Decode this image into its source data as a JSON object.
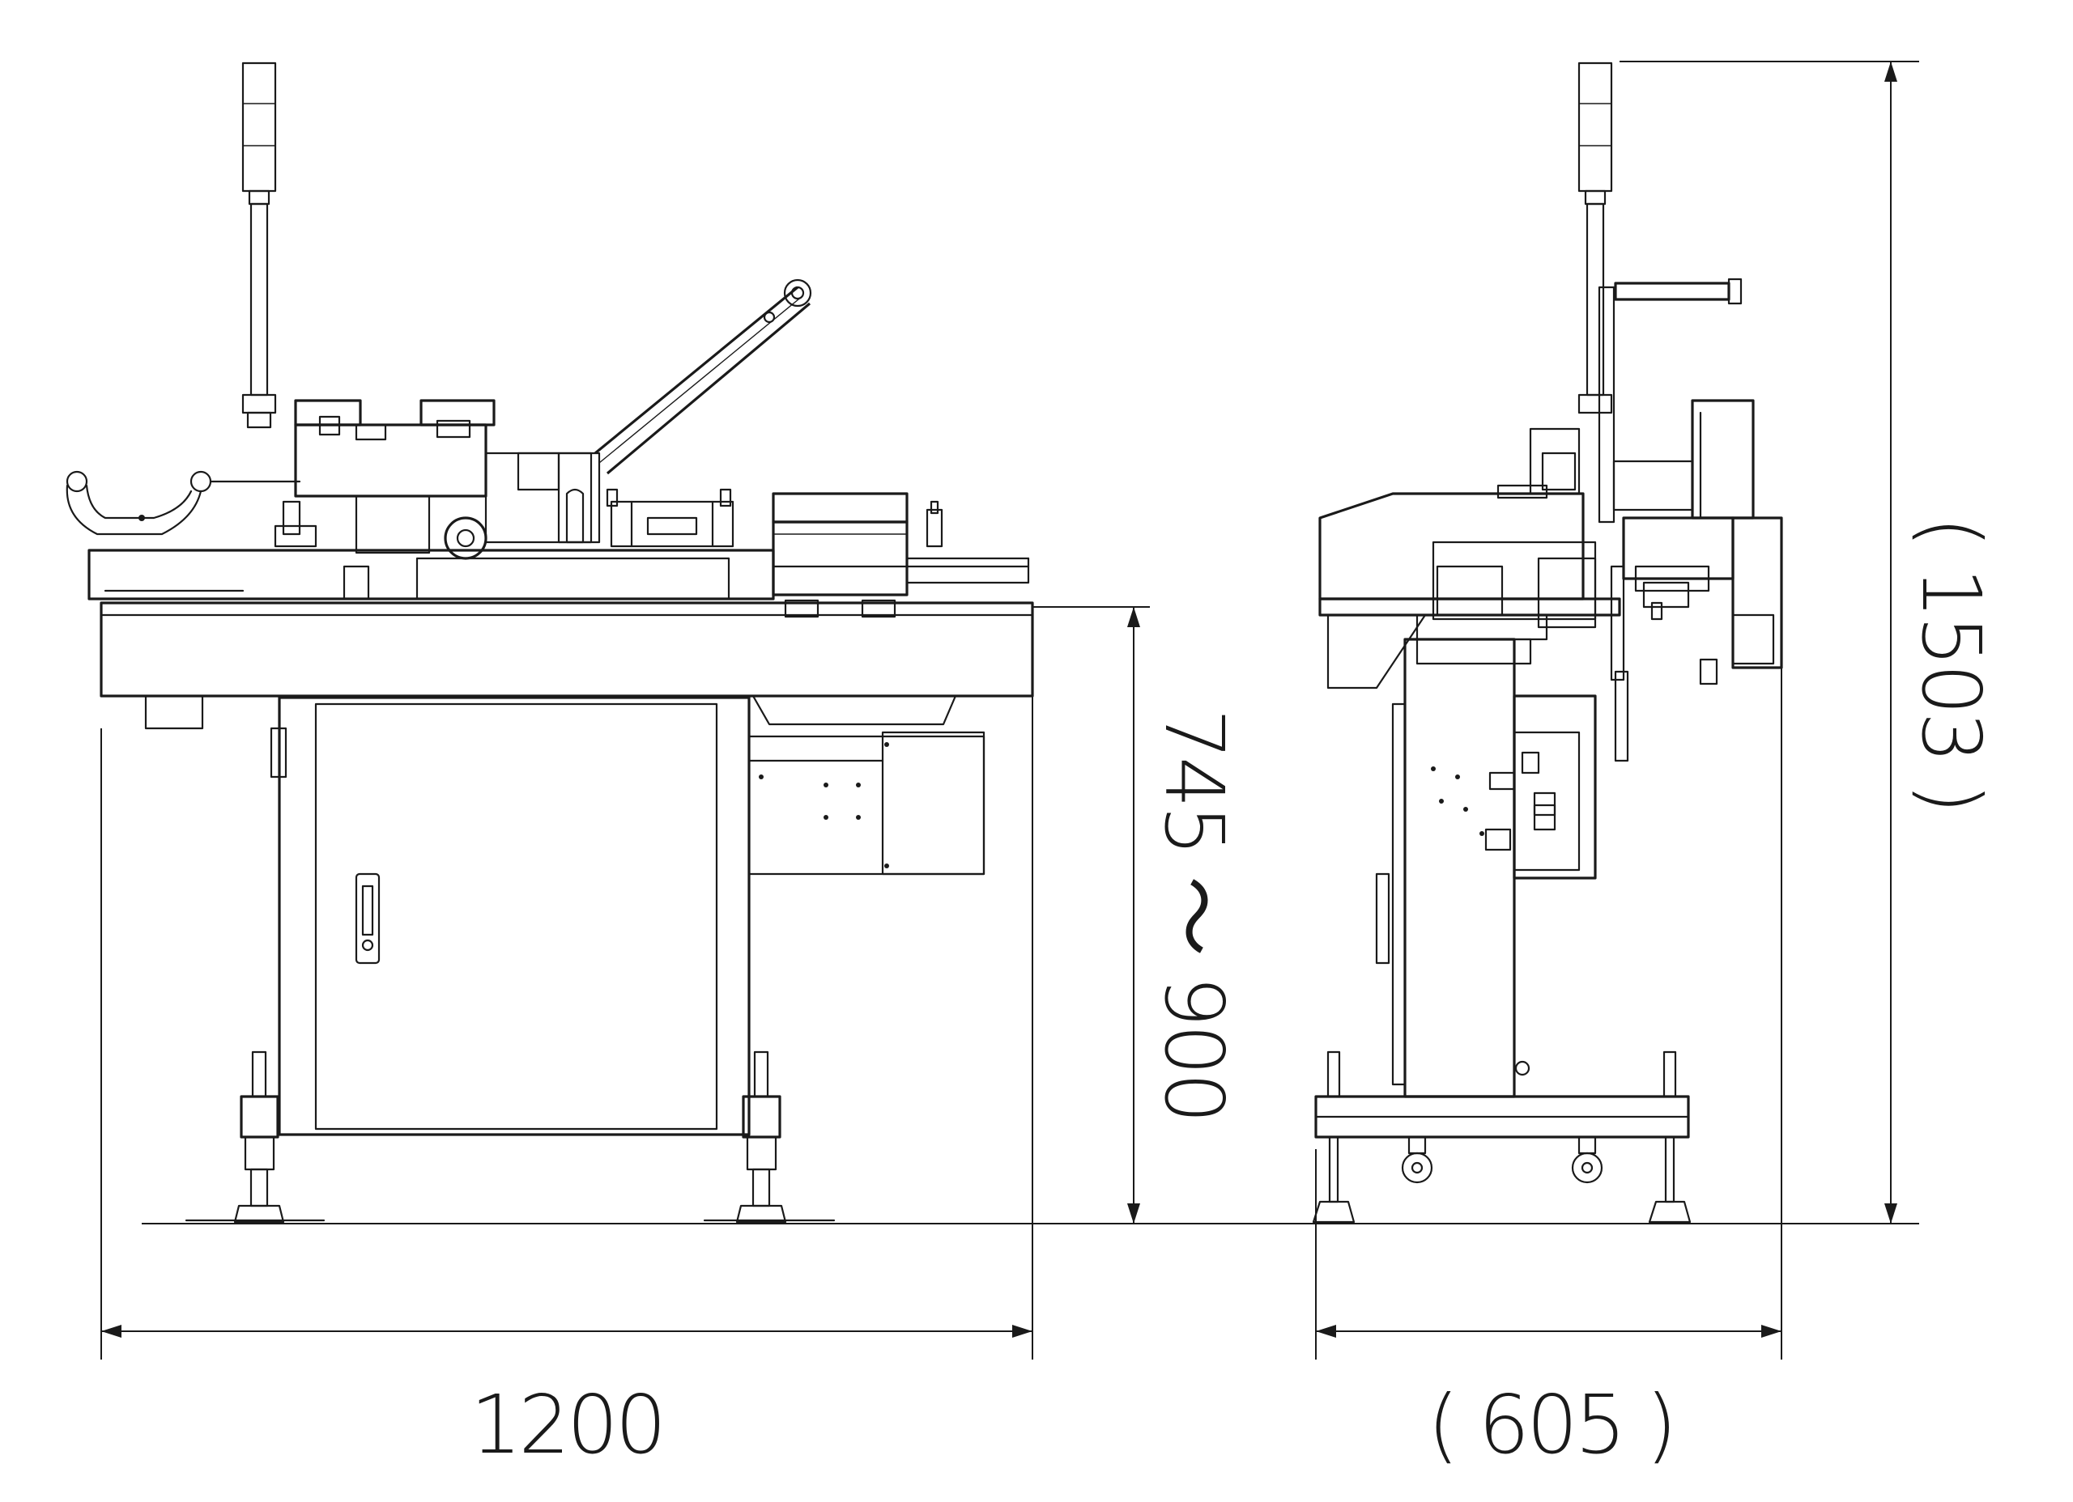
{
  "dimensions": {
    "width": "1200",
    "depth": "( 605 )",
    "table_height": "745 ～ 900",
    "total_height": "( 1503 )"
  },
  "views": [
    "front-view",
    "side-view"
  ]
}
